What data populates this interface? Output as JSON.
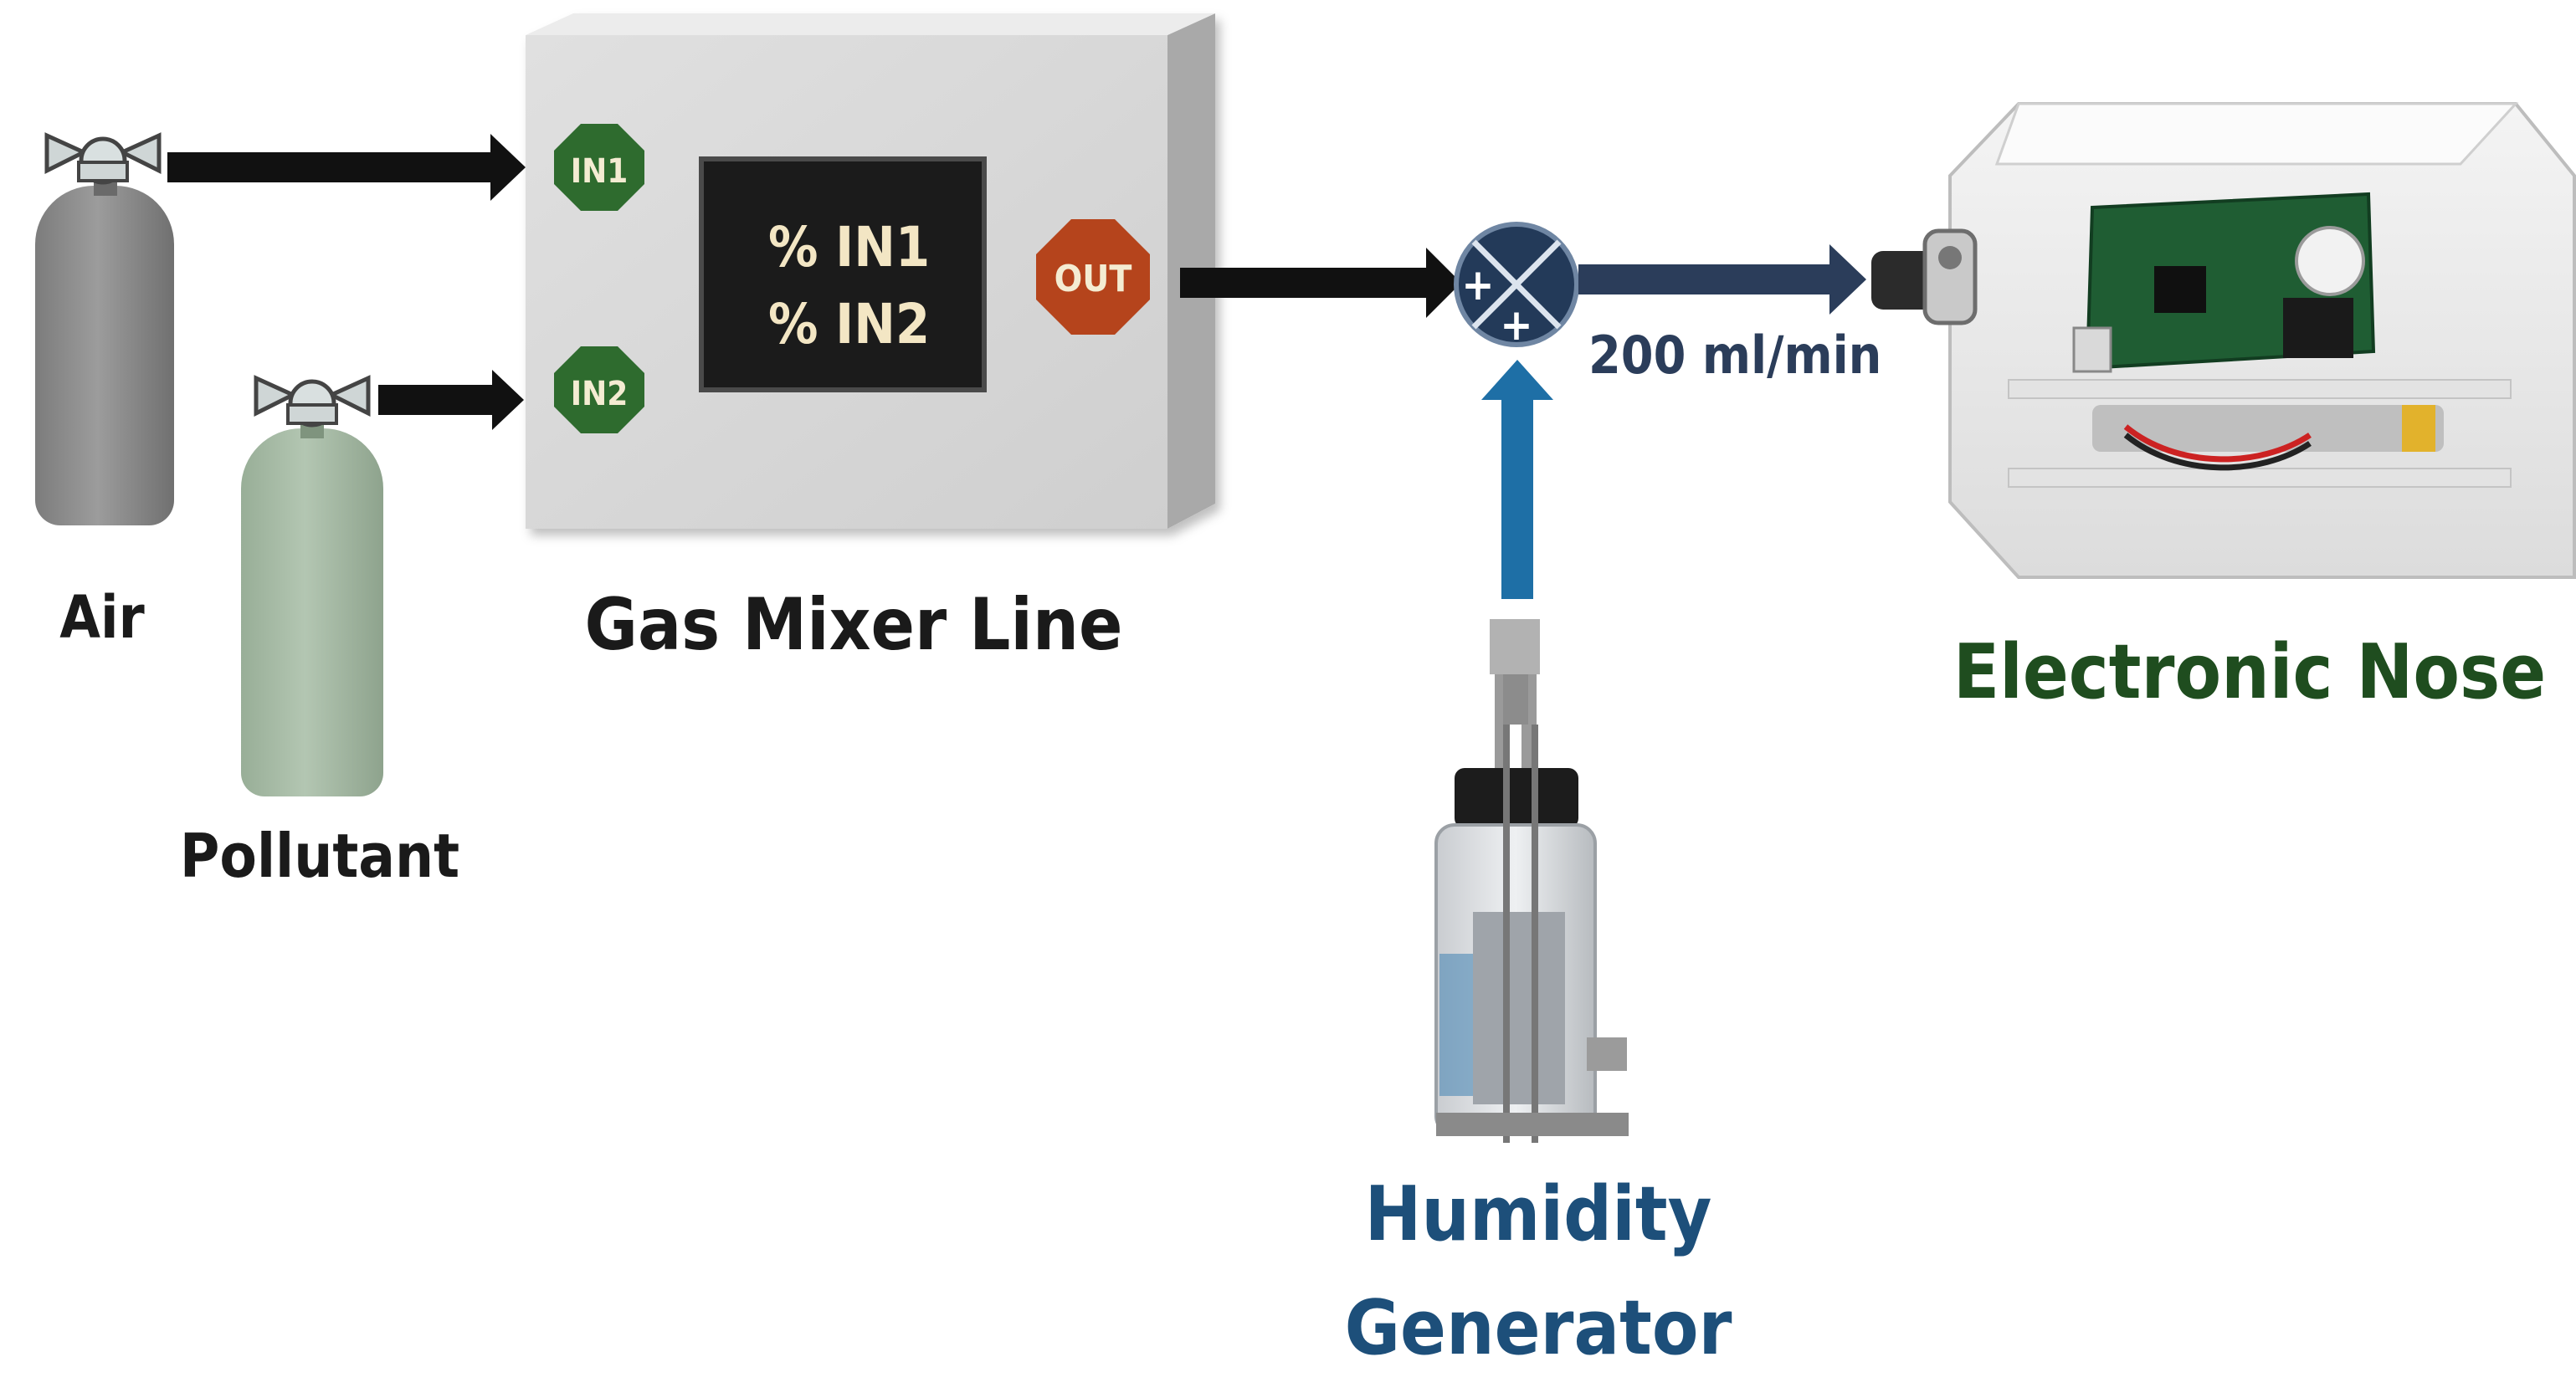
{
  "labels": {
    "air": "Air",
    "pollutant": "Pollutant",
    "gas_mixer_line": "Gas Mixer Line",
    "electronic_nose": "Electronic Nose",
    "humidity_line1": "Humidity",
    "humidity_line2": "Generator",
    "flow_rate": "200 ml/min"
  },
  "mixer": {
    "input1_badge": "IN1",
    "input2_badge": "IN2",
    "output_badge": "OUT",
    "display_line1": "% IN1",
    "display_line2": "% IN2"
  },
  "junction": {
    "symbol_top": "+",
    "symbol_bottom": "+"
  },
  "colors": {
    "label_dark": "#1a1a1a",
    "electronic_nose_green": "#1f4d1f",
    "humidity_blue": "#1d4f7a",
    "flow_rate_navy": "#2b3d5a",
    "badge_green": "#2e6b2e",
    "badge_orange": "#b5441c",
    "arrow_black": "#111111",
    "arrow_navy": "#2b3d5a",
    "arrow_blue": "#1e6fa6",
    "mixer_box": "#d6d6d6",
    "display_bg": "#1a1a1a",
    "display_text": "#f3e6c4",
    "air_cylinder": "#8a8a8a",
    "pollutant_cylinder": "#a7bba6"
  }
}
